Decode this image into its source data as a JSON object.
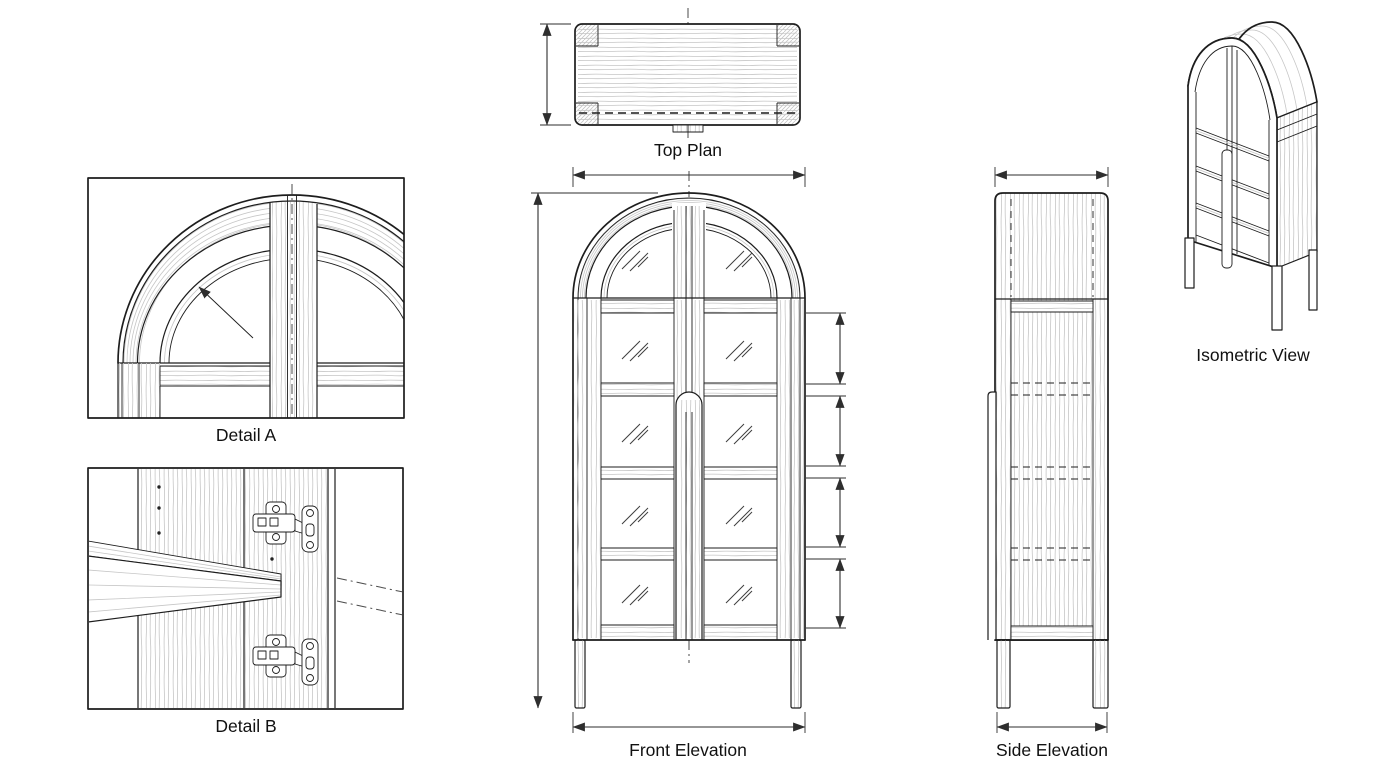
{
  "colors": {
    "background": "#ffffff",
    "outline": "#1d1d1d",
    "grain": "#c6c6c6",
    "dimension": "#2e2e2e",
    "label": "#111111"
  },
  "views": {
    "top_plan": {
      "label": "Top Plan"
    },
    "detail_a": {
      "label": "Detail A"
    },
    "detail_b": {
      "label": "Detail B"
    },
    "front_elevation": {
      "label": "Front Elevation"
    },
    "side_elevation": {
      "label": "Side Elevation"
    },
    "isometric": {
      "label": "Isometric View"
    }
  }
}
